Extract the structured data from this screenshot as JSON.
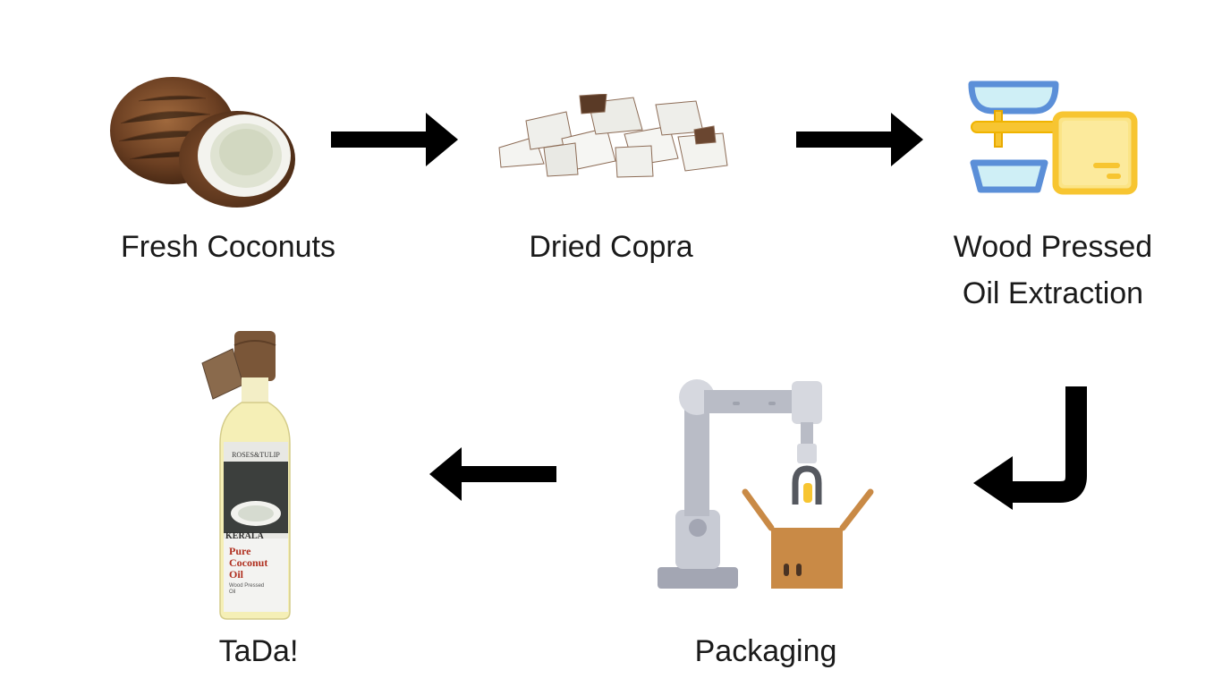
{
  "steps": [
    {
      "id": "fresh-coconuts",
      "lines": [
        "Fresh Coconuts"
      ],
      "icon": "coconut-icon"
    },
    {
      "id": "dried-copra",
      "lines": [
        "Dried Copra"
      ],
      "icon": "copra-icon"
    },
    {
      "id": "wood-pressed",
      "lines": [
        "Wood Pressed",
        "Oil Extraction"
      ],
      "icon": "oil-press-icon"
    },
    {
      "id": "packaging",
      "lines": [
        "Packaging"
      ],
      "icon": "robot-arm-packaging-icon"
    },
    {
      "id": "tada",
      "lines": [
        "TaDa!"
      ],
      "icon": "coconut-oil-bottle-icon"
    }
  ],
  "bottle": {
    "brand": "ROSES&TULIP",
    "region": "KERALA",
    "product_line1": "Pure",
    "product_line2": "Coconut",
    "product_line3": "Oil",
    "sub1": "Wood Pressed",
    "sub2": "Oil"
  },
  "colors": {
    "arrow": "#000000",
    "coconut_husk": "#6b3f22",
    "press_blue": "#5b8fd8",
    "press_yellow": "#f7c531",
    "robot_gray": "#b9bcc6",
    "box_brown": "#c98a46"
  }
}
